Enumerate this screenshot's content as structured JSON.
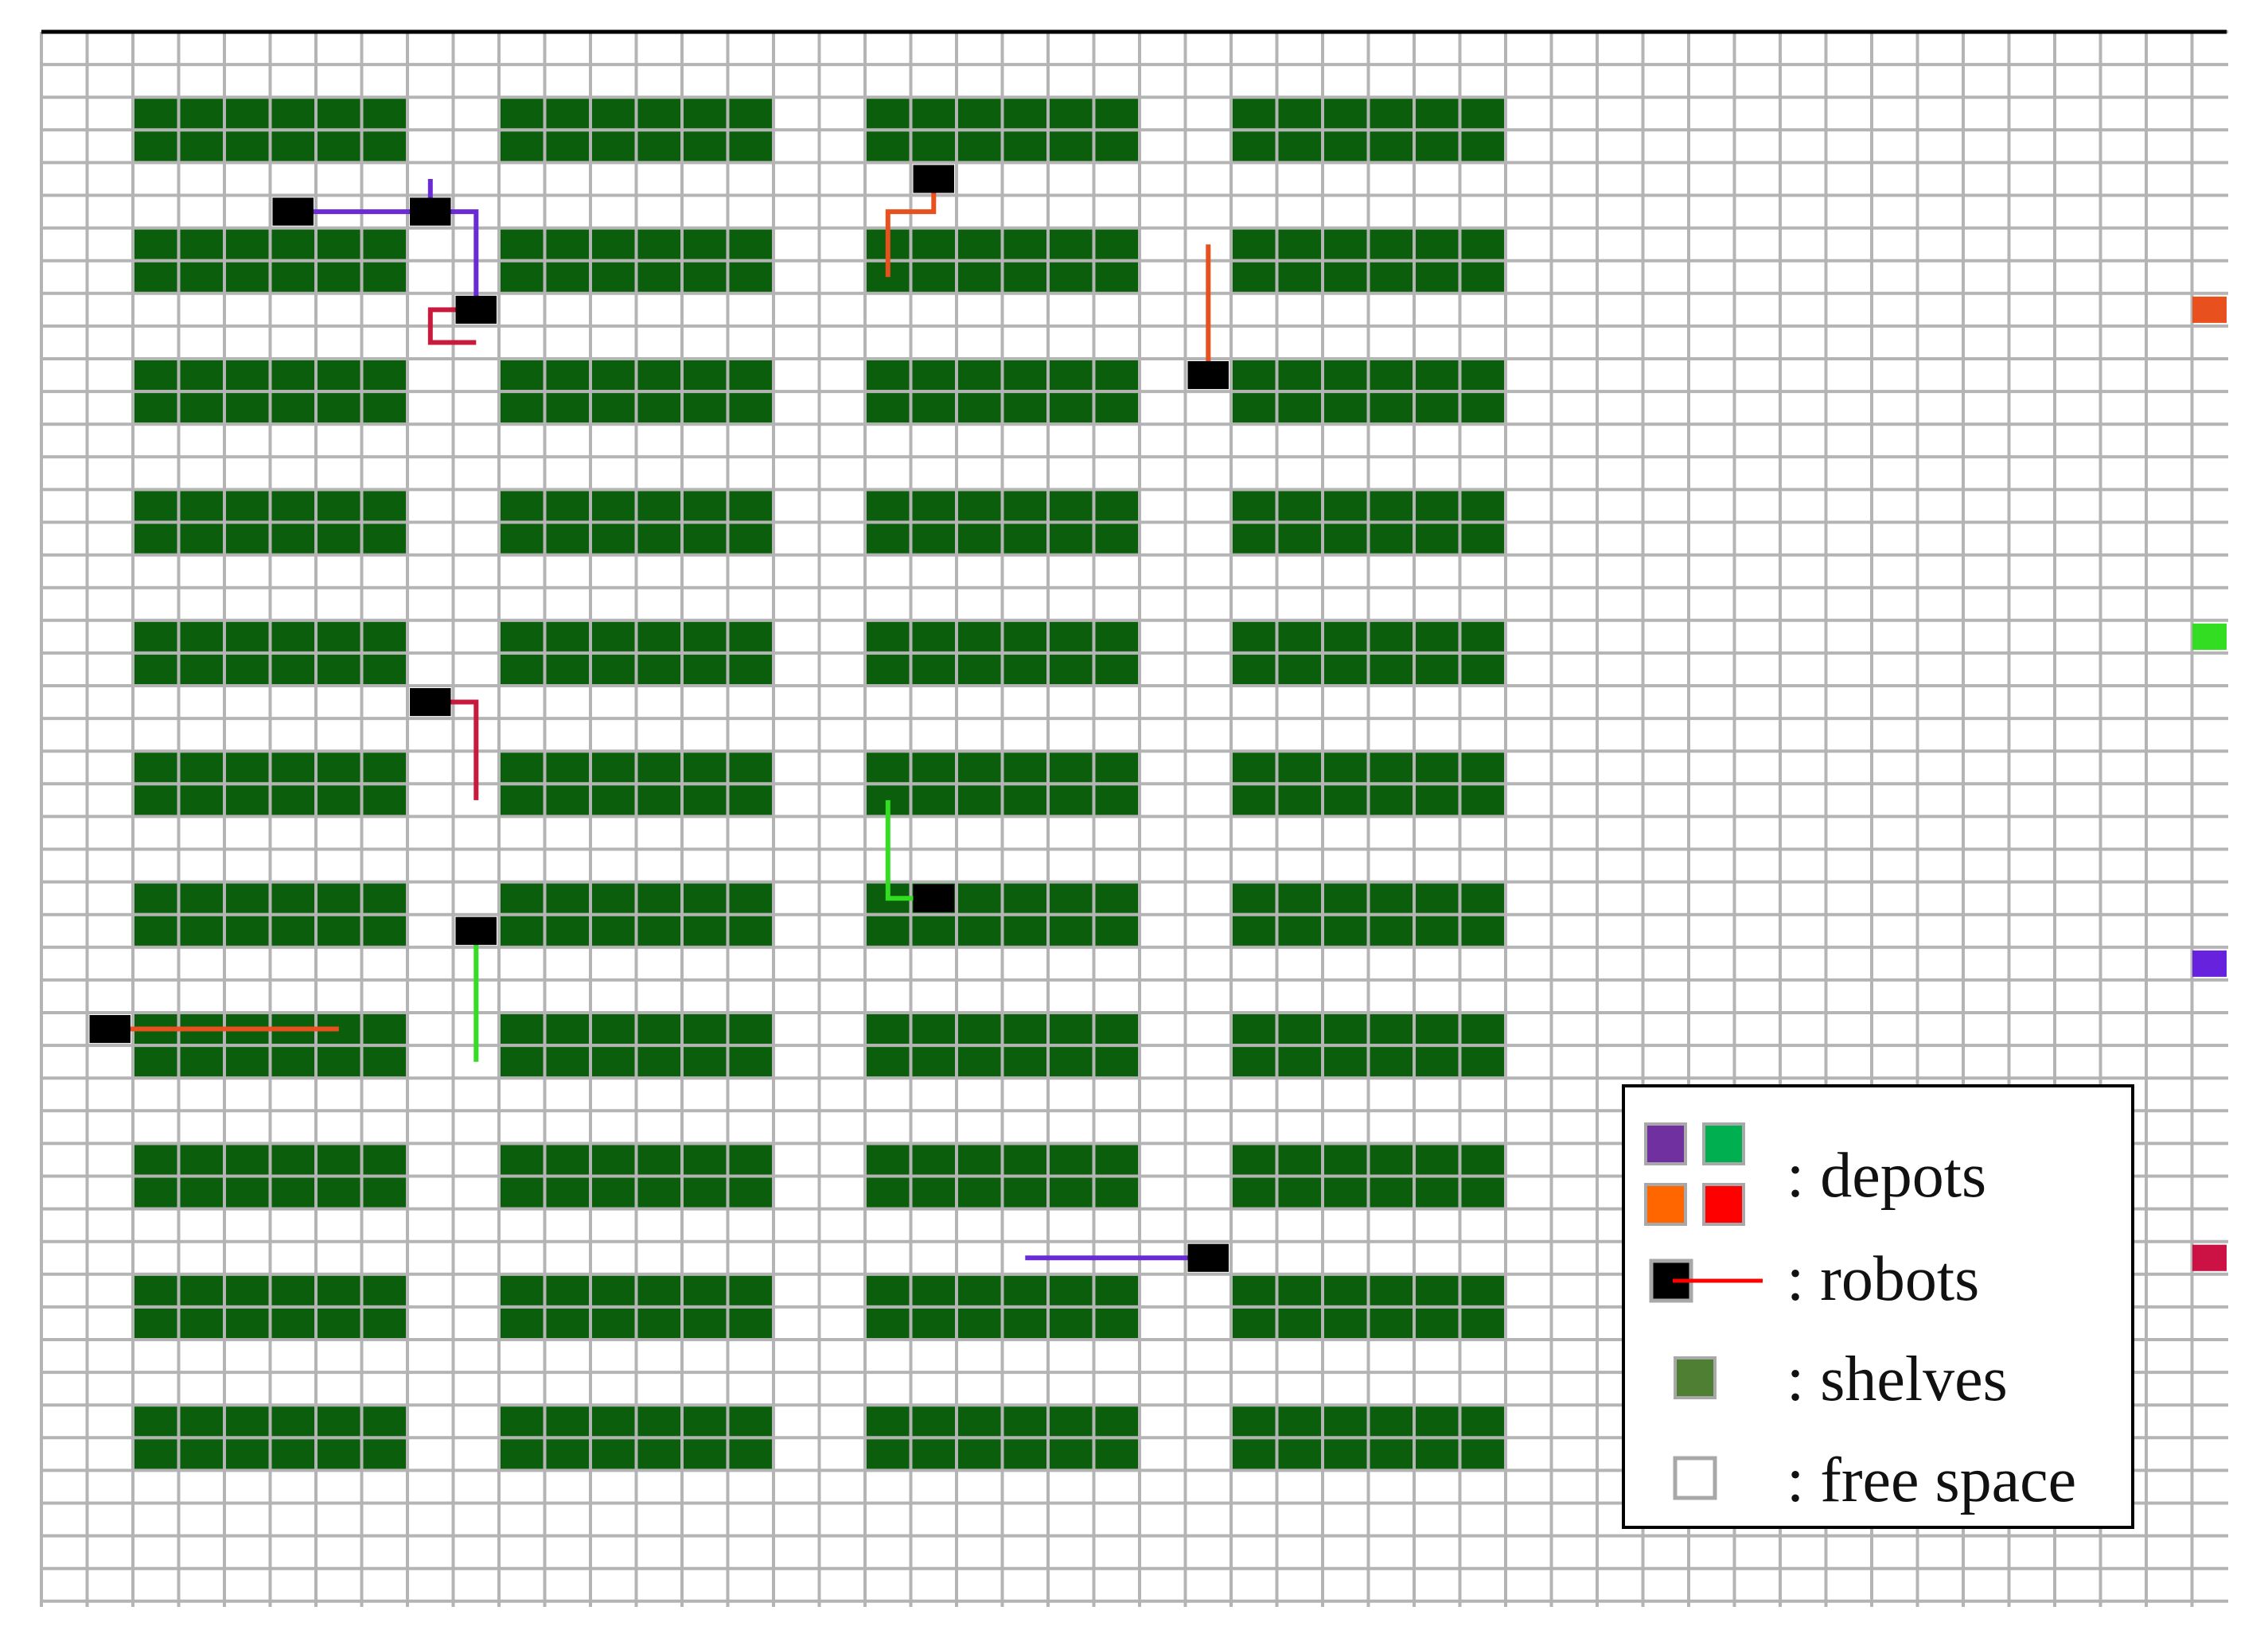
{
  "colors": {
    "grid_line": "#b4b4b4",
    "background": "#ffffff",
    "top_border": "#000000",
    "shelf_fill": "#0b5e0b",
    "robot_fill": "#000000",
    "legend_shelf": "#4f7f33",
    "legend_border": "#000000"
  },
  "depots": [
    {
      "name": "depot-orange-red",
      "color": "#e8501e",
      "row": 8
    },
    {
      "name": "depot-green",
      "color": "#33dd22",
      "row": 18
    },
    {
      "name": "depot-purple",
      "color": "#6622dd",
      "row": 28
    },
    {
      "name": "depot-crimson",
      "color": "#cc1144",
      "row": 37
    }
  ],
  "robots": [
    {
      "name": "robot-purple-top",
      "color": "#6a2bd4",
      "col": 5,
      "row": 5,
      "path": [
        [
          5,
          5
        ],
        [
          8,
          5
        ],
        [
          8,
          4
        ]
      ]
    },
    {
      "name": "robot-purple-hub",
      "color": "#6a2bd4",
      "col": 8,
      "row": 5,
      "path": [
        [
          8,
          5
        ],
        [
          9,
          5
        ],
        [
          9,
          8
        ]
      ]
    },
    {
      "name": "robot-crimson-hook",
      "color": "#c81a3c",
      "col": 9,
      "row": 8,
      "path": [
        [
          9,
          8
        ],
        [
          8,
          8
        ],
        [
          8,
          9
        ],
        [
          9,
          9
        ]
      ]
    },
    {
      "name": "robot-orange-top-mid",
      "color": "#e8501e",
      "col": 19,
      "row": 4,
      "path": [
        [
          19,
          4
        ],
        [
          19,
          5
        ],
        [
          18,
          5
        ],
        [
          18,
          7
        ]
      ]
    },
    {
      "name": "robot-orange-right",
      "color": "#e8501e",
      "col": 25,
      "row": 10,
      "path": [
        [
          25,
          10
        ],
        [
          25,
          6
        ]
      ]
    },
    {
      "name": "robot-crimson-mid",
      "color": "#c81a3c",
      "col": 8,
      "row": 20,
      "path": [
        [
          8,
          20
        ],
        [
          9,
          20
        ],
        [
          9,
          23
        ]
      ]
    },
    {
      "name": "robot-green-mid",
      "color": "#33dd22",
      "col": 19,
      "row": 26,
      "path": [
        [
          19,
          26
        ],
        [
          18,
          26
        ],
        [
          18,
          23
        ]
      ]
    },
    {
      "name": "robot-green-left",
      "color": "#33dd22",
      "col": 9,
      "row": 27,
      "path": [
        [
          9,
          27
        ],
        [
          9,
          31
        ]
      ]
    },
    {
      "name": "robot-orange-left",
      "color": "#e8501e",
      "col": 1,
      "row": 30,
      "path": [
        [
          1,
          30
        ],
        [
          6,
          30
        ]
      ]
    },
    {
      "name": "robot-purple-bottom",
      "color": "#6a2bd4",
      "col": 25,
      "row": 37,
      "path": [
        [
          25,
          37
        ],
        [
          21,
          37
        ]
      ]
    }
  ],
  "legend": {
    "depot_colors": [
      "#7030a0",
      "#00b050",
      "#ff6600",
      "#ff0000"
    ],
    "robot_line_color": "#ff0000",
    "items": [
      {
        "key": "depots",
        "label": ": depots"
      },
      {
        "key": "robots",
        "label": ": robots"
      },
      {
        "key": "shelves",
        "label": ": shelves"
      },
      {
        "key": "free_space",
        "label": ": free space"
      }
    ]
  }
}
